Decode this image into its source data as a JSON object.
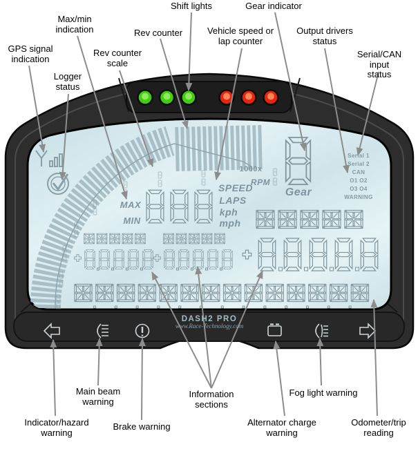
{
  "callouts": {
    "gps": "GPS signal\nindication",
    "logger": "Logger\nstatus",
    "max_min": "Max/min\nindication",
    "rev_scale": "Rev counter\nscale",
    "rev_counter": "Rev counter",
    "shift": "Shift lights",
    "speed": "Vehicle speed or\nlap counter",
    "gear": "Gear indicator",
    "outputs": "Output drivers\nstatus",
    "serial": "Serial/CAN input\nstatus",
    "indicator": "Indicator/hazard\nwarning",
    "main_beam": "Main beam\nwarning",
    "brake": "Brake warning",
    "info": "Information\nsections",
    "fog": "Fog light warning",
    "alternator": "Alternator charge\nwarning",
    "odometer": "Odometer/trip\nreading"
  },
  "lcd": {
    "speed_label": "SPEED",
    "laps_label": "LAPS",
    "kph_label": "kph",
    "mph_label": "mph",
    "max_label": "MAX",
    "min_label": "MIN",
    "thousand_label": "1000x",
    "rpm_label": "RPM",
    "gear_label": "Gear",
    "status_lines": [
      "Serial 1",
      "Serial 2",
      "CAN",
      "O1  O2",
      "O3  O4",
      "WARNING"
    ]
  },
  "branding": {
    "name": "DASH2 PRO",
    "url": "www.Race-Technology.com"
  },
  "leds": {
    "green_count": 3,
    "red_count": 3,
    "green_color": "#3ecf0e",
    "red_color": "#e8250c"
  },
  "colors": {
    "lcd_base": "#cfe4ea",
    "body": "#2d2d2d",
    "callout_line": "#8c8c8c",
    "segment": "#7f949b"
  }
}
